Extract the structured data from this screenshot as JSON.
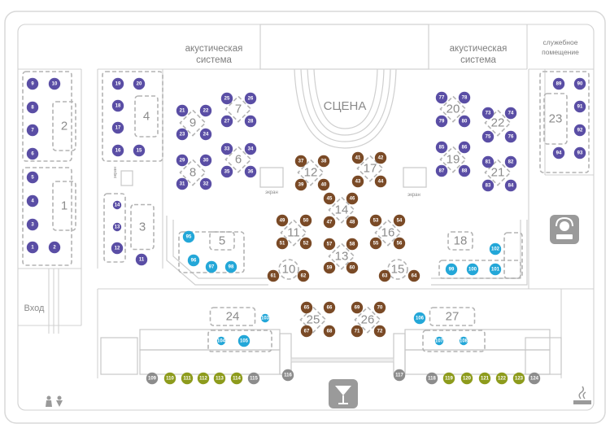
{
  "labels": {
    "stage": "СЦЕНА",
    "acoustic_left": [
      "акустическая",
      "система"
    ],
    "acoustic_right": [
      "акустическая",
      "система"
    ],
    "service_room": [
      "служебное",
      "помещение"
    ],
    "entrance": "Вход",
    "screen": "экран"
  },
  "colors": {
    "purple": "#5a4ea5",
    "brown": "#7a4a26",
    "cyan": "#23a7d8",
    "olive": "#8d9b1c",
    "gray": "#8c8c8c"
  },
  "tables": [
    "1",
    "2",
    "3",
    "4",
    "5",
    "6",
    "7",
    "8",
    "9",
    "10",
    "11",
    "12",
    "13",
    "14",
    "15",
    "16",
    "17",
    "18",
    "19",
    "20",
    "21",
    "22",
    "23",
    "24",
    "25",
    "26",
    "27"
  ],
  "seats": [
    "1",
    "2",
    "3",
    "4",
    "5",
    "6",
    "7",
    "8",
    "9",
    "10",
    "11",
    "12",
    "13",
    "14",
    "15",
    "16",
    "17",
    "18",
    "19",
    "20",
    "21",
    "22",
    "23",
    "24",
    "25",
    "26",
    "27",
    "28",
    "29",
    "30",
    "31",
    "32",
    "33",
    "34",
    "35",
    "36",
    "37",
    "38",
    "39",
    "40",
    "41",
    "42",
    "43",
    "44",
    "45",
    "46",
    "47",
    "48",
    "49",
    "50",
    "51",
    "52",
    "53",
    "54",
    "55",
    "56",
    "57",
    "58",
    "59",
    "60",
    "61",
    "62",
    "63",
    "64",
    "65",
    "66",
    "67",
    "68",
    "69",
    "70",
    "71",
    "72",
    "73",
    "74",
    "75",
    "76",
    "77",
    "78",
    "79",
    "80",
    "81",
    "82",
    "83",
    "84",
    "85",
    "86",
    "87",
    "88",
    "89",
    "90",
    "91",
    "92",
    "93",
    "94",
    "95",
    "96",
    "97",
    "98",
    "99",
    "100",
    "101",
    "102",
    "103",
    "104",
    "105",
    "106",
    "107",
    "108",
    "109",
    "110",
    "111",
    "112",
    "113",
    "114",
    "115",
    "116",
    "117",
    "118",
    "119",
    "120",
    "121",
    "122",
    "123",
    "124"
  ]
}
